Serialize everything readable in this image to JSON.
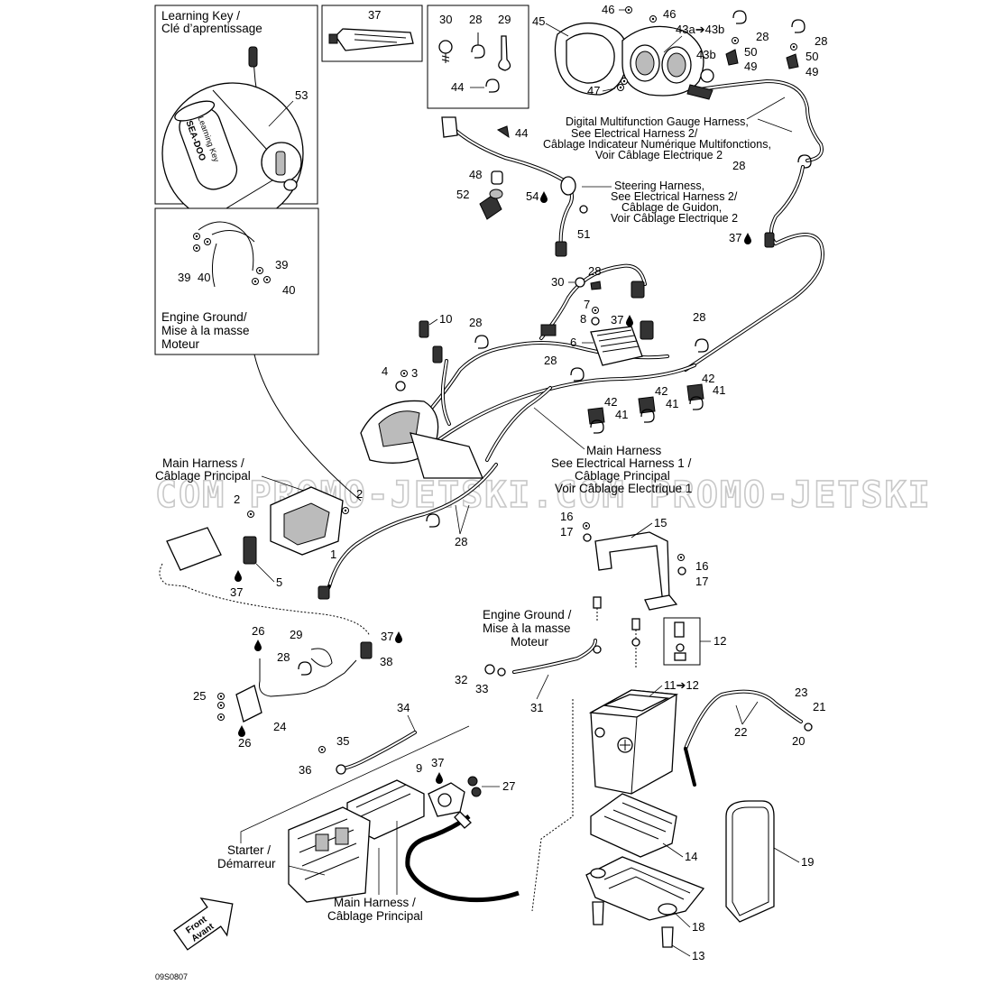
{
  "watermark": "COM PROMO-JETSKI.COM PROMO-JETSKI",
  "diagram_code": "09S0807",
  "labels": {
    "learning_key_en": "Learning Key /",
    "learning_key_fr": "Clé d’aprentissage",
    "engine_ground_left_en": "Engine Ground/",
    "engine_ground_left_fr1": "Mise à la masse",
    "engine_ground_left_fr2": "Moteur",
    "digital_gauge_1": "Digital Multifunction Gauge Harness,",
    "digital_gauge_2": "See Electrical Harness 2/",
    "digital_gauge_3": "Câblage Indicateur Numérique Multifonctions,",
    "digital_gauge_4": "Voir Câblage Electrique 2",
    "steering_1": "Steering Harness,",
    "steering_2": "See Electrical Harness 2/",
    "steering_3": "Câblage de Guidon,",
    "steering_4": "Voir Câblage Electrique 2",
    "main_harness_center_1": "Main Harness",
    "main_harness_center_2": "See Electrical Harness 1 /",
    "main_harness_center_3": "Câblage Principal",
    "main_harness_center_4": "Voir Câblage Electrique 1",
    "main_harness_left_en": "Main Harness /",
    "main_harness_left_fr": "Câblage Principal",
    "engine_ground_right_en": "Engine Ground /",
    "engine_ground_right_fr1": "Mise à la masse",
    "engine_ground_right_fr2": "Moteur",
    "starter_en": "Starter /",
    "starter_fr": "Démarreur",
    "main_harness_bottom_en": "Main Harness /",
    "main_harness_bottom_fr": "Câblage Principal",
    "front_en": "Front",
    "front_fr": "Avant",
    "key_brand": "SEA-DOO",
    "key_text": "Learning Key"
  },
  "callouts": {
    "n53": "53",
    "n37a": "37",
    "n30a": "30",
    "n28a": "28",
    "n29a": "29",
    "n44a": "44",
    "n45": "45",
    "n46a": "46",
    "n46b": "46",
    "n43": "43a➔43b",
    "n43b": "43b",
    "n28b": "28",
    "n28c": "28",
    "n50a": "50",
    "n49a": "49",
    "n50b": "50",
    "n49b": "49",
    "n47": "47",
    "n28d": "28",
    "n44b": "44",
    "n48": "48",
    "n52": "52",
    "n54": "54",
    "n51": "51",
    "n37b": "37",
    "n39a": "39",
    "n40a": "40",
    "n39b": "39",
    "n40b": "40",
    "n30b": "30",
    "n28e": "28",
    "n7": "7",
    "n8": "8",
    "n37c": "37",
    "n28f": "28",
    "n6": "6",
    "n10": "10",
    "n28g": "28",
    "n28h": "28",
    "n4": "4",
    "n3": "3",
    "n42a": "42",
    "n41a": "41",
    "n42b": "42",
    "n41b": "41",
    "n42c": "42",
    "n41c": "41",
    "n2a": "2",
    "n2b": "2",
    "n1": "1",
    "n5": "5",
    "n37d": "37",
    "n28i": "28",
    "n16a": "16",
    "n17a": "17",
    "n15": "15",
    "n16b": "16",
    "n17b": "17",
    "n12": "12",
    "n11": "11➔12",
    "n26a": "26",
    "n29b": "29",
    "n28j": "28",
    "n37e": "37",
    "n38": "38",
    "n25": "25",
    "n24": "24",
    "n26b": "26",
    "n32": "32",
    "n33": "33",
    "n31": "31",
    "n23": "23",
    "n21": "21",
    "n22": "22",
    "n20": "20",
    "n34": "34",
    "n35": "35",
    "n36": "36",
    "n9": "9",
    "n37f": "37",
    "n27": "27",
    "n14": "14",
    "n19": "19",
    "n18": "18",
    "n13": "13"
  }
}
